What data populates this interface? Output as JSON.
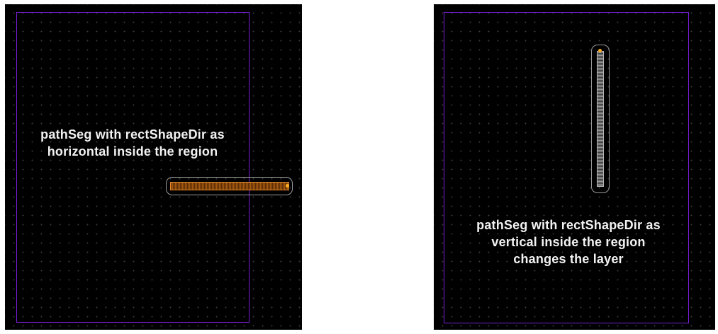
{
  "panels": [
    {
      "id": "left",
      "label_lines": [
        "pathSeg with rectShapeDir as",
        "horizontal inside the region"
      ],
      "path_orientation": "horizontal",
      "path_color": "#a65a10"
    },
    {
      "id": "right",
      "label_lines": [
        "pathSeg with rectShapeDir as",
        "vertical inside the region",
        "changes the layer"
      ],
      "path_orientation": "vertical",
      "path_color": "#9a9a9a"
    }
  ],
  "colors": {
    "canvas_background": "#000000",
    "region_border": "#7a1fd6",
    "label_text": "#f2f2f2",
    "grid_dot": "#3a3a3a"
  }
}
